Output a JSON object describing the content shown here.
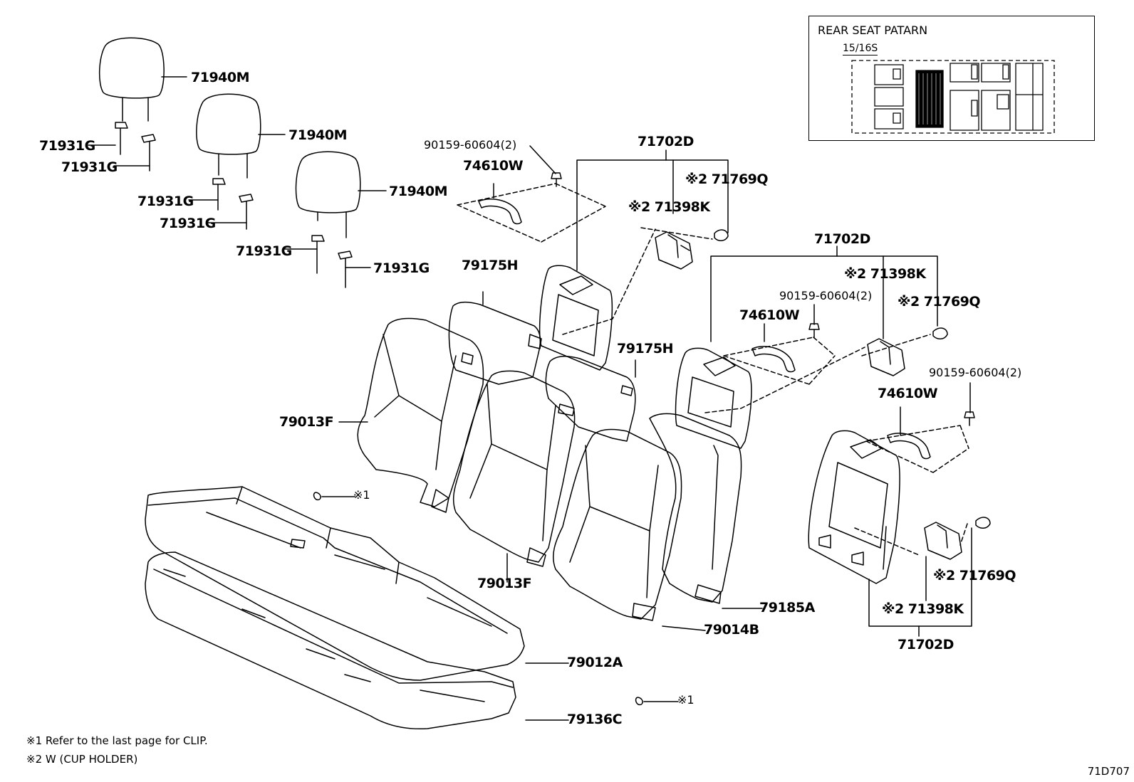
{
  "legend": {
    "title": "REAR SEAT PATARN",
    "subtitle": "15/16S"
  },
  "callouts": {
    "headrest_a": "71940M",
    "headrest_b": "71940M",
    "headrest_c": "71940M",
    "guide_1": "71931G",
    "guide_2": "71931G",
    "guide_3": "71931G",
    "guide_4": "71931G",
    "guide_5": "71931G",
    "guide_6": "71931G",
    "screw_1": "90159-60604(2)",
    "handle_1": "74610W",
    "panel_1": "71702D",
    "cup_clip_1": "※2 71769Q",
    "cup_holder_1": "※2 71398K",
    "back_cover_1": "79175H",
    "back_cover_2": "79175H",
    "panel_2": "71702D",
    "cup_holder_2": "※2 71398K",
    "screw_2": "90159-60604(2)",
    "cup_clip_2": "※2 71769Q",
    "handle_2": "74610W",
    "screw_3": "90159-60604(2)",
    "handle_3": "74610W",
    "seatback_1": "79013F",
    "seatback_2": "79013F",
    "clip_1": "※1",
    "clip_2": "※1",
    "cushion_cover": "79012A",
    "cushion_pad": "79136C",
    "back_pad": "79185A",
    "back_pad_2": "79014B",
    "cup_clip_3": "※2 71769Q",
    "cup_holder_3": "※2 71398K",
    "panel_3": "71702D"
  },
  "notes": {
    "note_1": "※1  Refer to the last page for CLIP.",
    "note_2": "※2  W (CUP  HOLDER)"
  },
  "diagram_id": "71D707"
}
